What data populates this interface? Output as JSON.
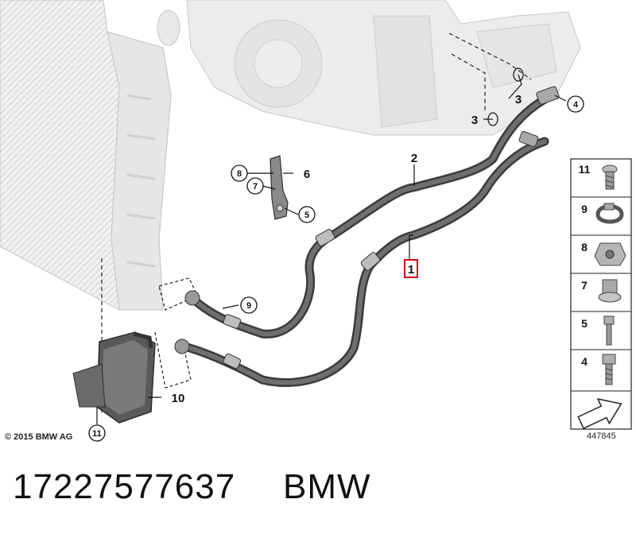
{
  "diagram": {
    "copyright": "© 2015 BMW AG",
    "image_number": "447845",
    "callouts": {
      "c1": "1",
      "c2": "2",
      "c3a": "3",
      "c3b": "3",
      "c4": "4",
      "c5": "5",
      "c6": "6",
      "c7": "7",
      "c8": "8",
      "c9": "9",
      "c10": "10",
      "c11": "11"
    },
    "legend": [
      {
        "number": "11",
        "icon": "torx-screw-icon"
      },
      {
        "number": "9",
        "icon": "hose-clip-icon"
      },
      {
        "number": "8",
        "icon": "cage-nut-icon"
      },
      {
        "number": "7",
        "icon": "collar-nut-icon"
      },
      {
        "number": "5",
        "icon": "bolt-icon"
      },
      {
        "number": "4",
        "icon": "hex-bolt-icon"
      }
    ],
    "highlighted_callout": "1",
    "highlight_color": "#d0021b"
  },
  "caption": {
    "part_number": "17227577637",
    "brand": "BMW"
  }
}
